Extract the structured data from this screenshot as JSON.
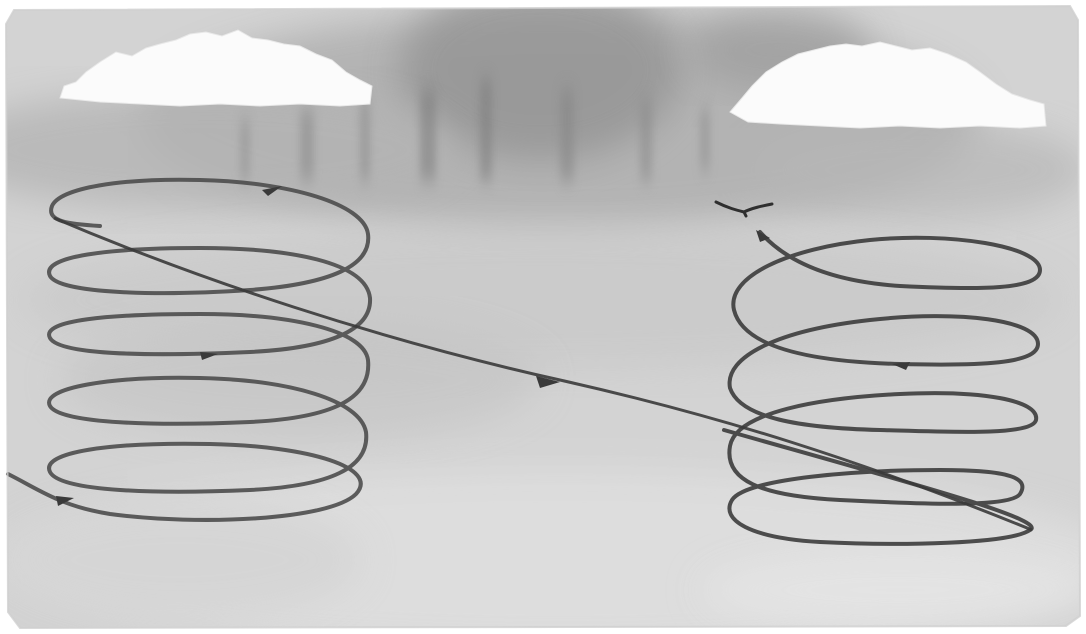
{
  "image": {
    "subject": "watercolor-thermal-spiral-illustration",
    "colors": {
      "paper": "#ffffff",
      "wash_light": "#dcdcdc",
      "wash_mid": "#c4c4c4",
      "wash_dark": "#8e8e8e",
      "cloud": "#fafafa",
      "ink": "#4a4a4a"
    },
    "elements": {
      "clouds": 2,
      "spirals": 2,
      "glide_line": 1,
      "bird": 1
    }
  }
}
